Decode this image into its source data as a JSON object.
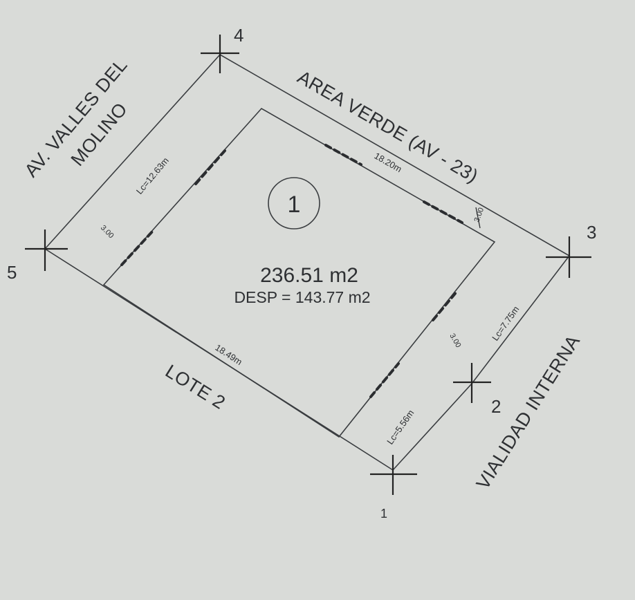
{
  "streets": {
    "av_line1": "AV. VALLES DEL",
    "av_line2": "MOLINO",
    "area_verde": "AREA VERDE (AV - 23)",
    "vialidad": "VIALIDAD INTERNA",
    "lote": "LOTE 2"
  },
  "lot": {
    "number": "1",
    "area": "236.51 m2",
    "desp": "DESP = 143.77 m2"
  },
  "dimensions": {
    "side_4_5": "Lc=12.63m",
    "side_4_3": "18.20m",
    "side_5_1": "18.49m",
    "side_3_2": "Lc=7.75m",
    "side_2_1": "Lc=5.56m",
    "setback_left": "3.00",
    "setback_right": "3.00",
    "setback_top": "3.00"
  },
  "vertices": [
    "1",
    "2",
    "3",
    "4",
    "5"
  ]
}
